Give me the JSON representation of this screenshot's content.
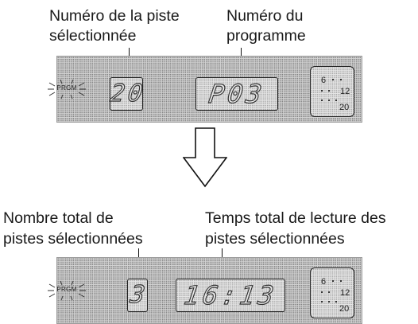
{
  "top": {
    "label_track": [
      "Numéro de la piste",
      "sélectionnée"
    ],
    "label_program": [
      "Numéro du",
      "programme"
    ],
    "indicator": "PRGM",
    "track_display": "20",
    "program_display": "P03",
    "calendar_numbers": [
      "6",
      "12",
      "20"
    ]
  },
  "bottom": {
    "label_total_tracks": [
      "Nombre total de",
      "pistes sélectionnées"
    ],
    "label_total_time": [
      "Temps total de lecture des",
      "pistes sélectionnées"
    ],
    "indicator": "PRGM",
    "total_tracks_display": "3",
    "total_time_display": "16:13",
    "calendar_numbers": [
      "6",
      "12",
      "20"
    ]
  }
}
